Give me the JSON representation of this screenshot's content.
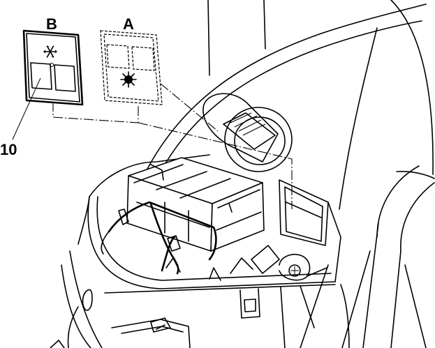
{
  "labels": {
    "b": "B",
    "a": "A",
    "ten": "10"
  },
  "icons": {
    "filter_b_symbol": "snowflake-icon",
    "filter_a_symbol": "sun-icon"
  }
}
